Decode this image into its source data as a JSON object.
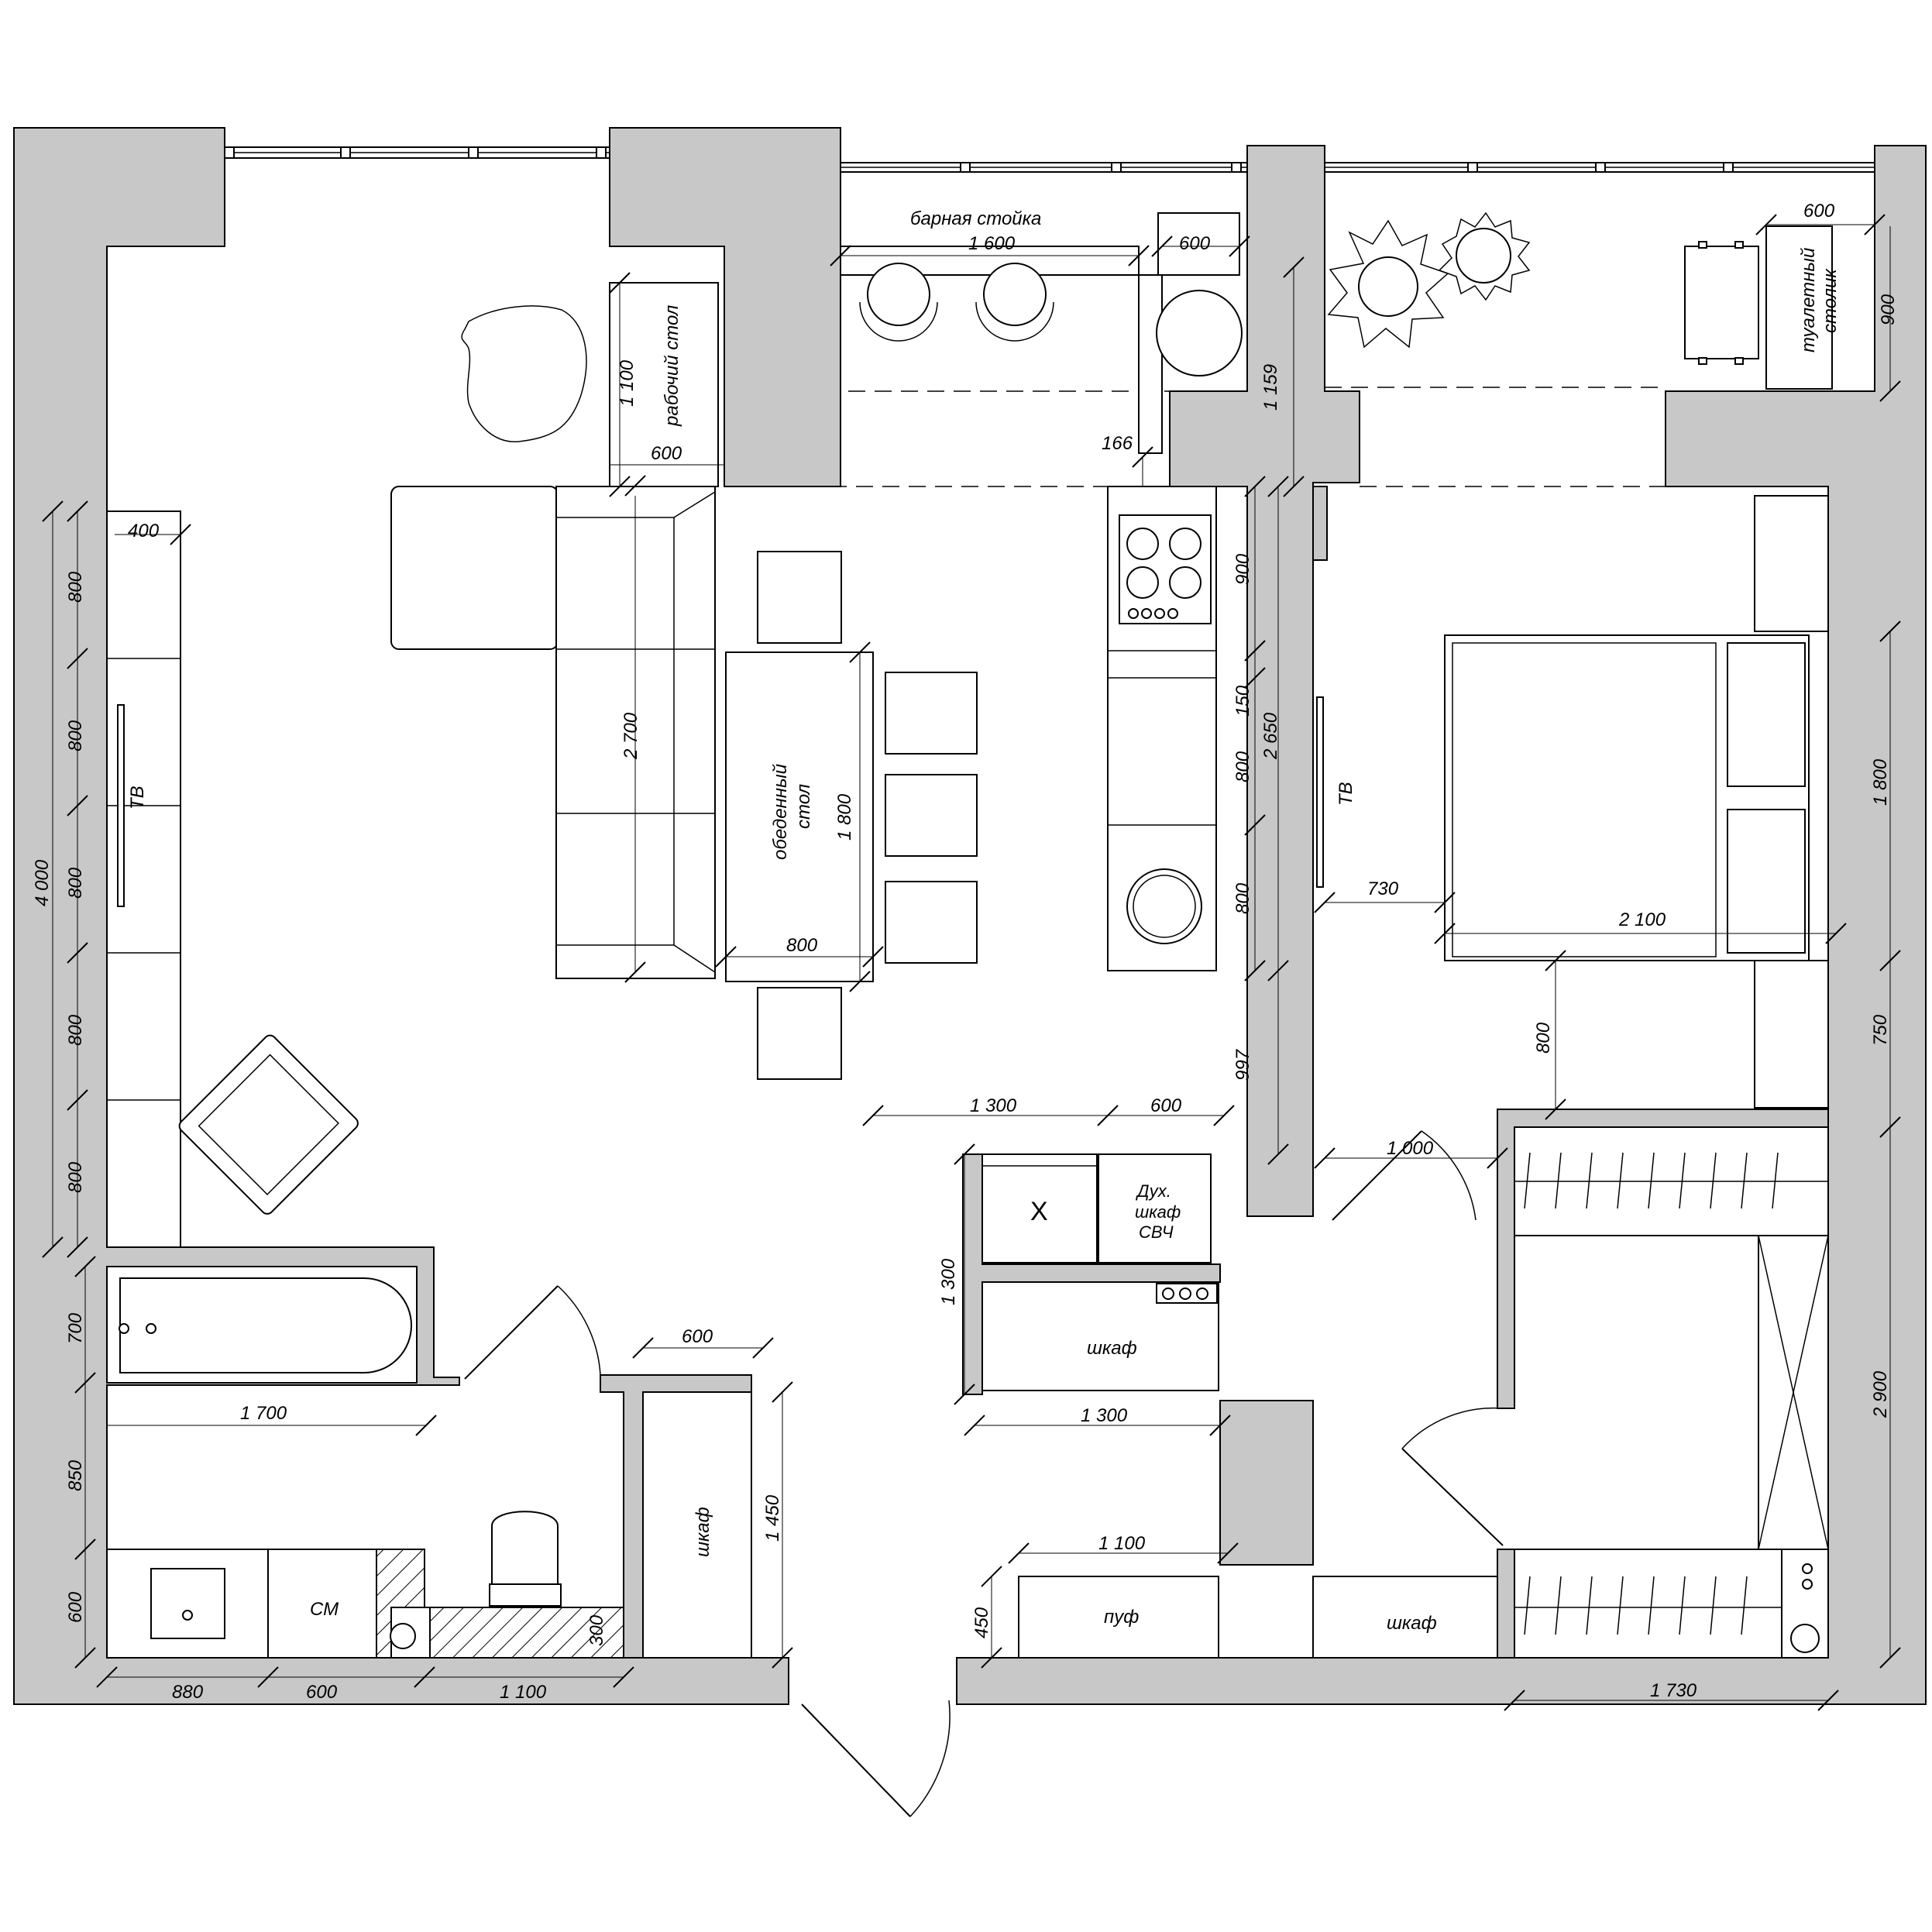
{
  "labels": {
    "bar_counter": "барная стойка",
    "desk": "рабочий стол",
    "dressing_table_1": "туалетный",
    "dressing_table_2": "столик",
    "dining_table_1": "обеденный",
    "dining_table_2": "стол",
    "tv_left": "ТВ",
    "tv_right": "ТВ",
    "wardrobe_hall": "шкаф",
    "wardrobe_kitchen": "шкаф",
    "wardrobe_entry": "шкаф",
    "ottoman": "пуф",
    "washing_machine": "СМ",
    "fridge_mark": "X",
    "oven_1": "Дух.",
    "oven_2": "шкаф",
    "oven_3": "СВЧ"
  },
  "dimensions": {
    "bar_len": "1 600",
    "bar_side": "600",
    "balcony_right_600": "600",
    "balcony_right_900": "900",
    "desk_len": "1 100",
    "desk_w": "600",
    "gap_166": "166",
    "wall_1159": "1 159",
    "tv_shelf_400": "400",
    "left_800_a": "800",
    "left_800_b": "800",
    "left_800_c": "800",
    "left_800_d": "800",
    "left_800_e": "800",
    "left_total": "4 000",
    "sofa_len": "2 700",
    "dining_len": "1 800",
    "dining_w": "800",
    "kitchen_900": "900",
    "kitchen_150": "150",
    "kitchen_800_a": "800",
    "kitchen_800_b": "800",
    "kitchen_total": "2 650",
    "kitchen_997": "997",
    "kitchen_1300_top": "1 300",
    "kitchen_600": "600",
    "kitchen_1300_side": "1 300",
    "kitchen_1300_bottom": "1 300",
    "hall_1100": "1 100",
    "pouf_450": "450",
    "bath_700": "700",
    "bath_1700": "1 700",
    "bath_850": "850",
    "bath_600": "600",
    "closet_600": "600",
    "closet_1450": "1 450",
    "bottom_880": "880",
    "bottom_600": "600",
    "bottom_1100": "1 100",
    "bottom_300": "300",
    "bed_730": "730",
    "bed_2100": "2 100",
    "bed_800": "800",
    "bed_right_1800": "1 800",
    "bed_right_750": "750",
    "door_1000": "1 000",
    "right_2900": "2 900",
    "wardrobe_1730": "1 730"
  }
}
